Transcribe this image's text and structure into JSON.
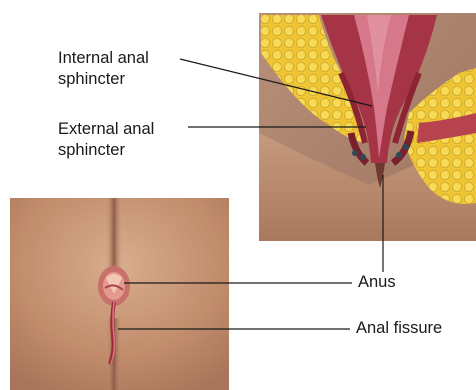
{
  "labels": {
    "internal_anal_sphincter": [
      "Internal anal",
      "sphincter"
    ],
    "external_anal_sphincter": [
      "External anal",
      "sphincter"
    ],
    "anus": "Anus",
    "anal_fissure": "Anal fissure"
  },
  "colors": {
    "leader_line": "#1a1a1a",
    "label_text": "#1a1a1a",
    "skin_tone": "#c9926c",
    "fat_yellow": "#f2c832",
    "muscle_red": "#b23a45",
    "fissure_red": "#a33540"
  }
}
